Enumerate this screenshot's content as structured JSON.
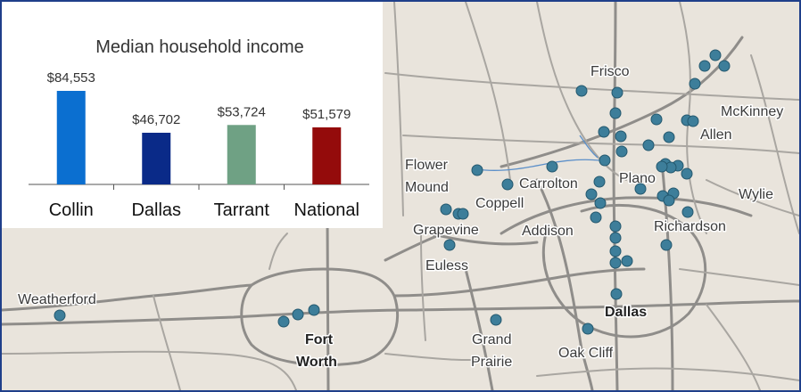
{
  "chart_data": {
    "type": "bar",
    "title": "Median household income",
    "categories": [
      "Collin",
      "Dallas",
      "Tarrant",
      "National"
    ],
    "values": [
      84553,
      46702,
      53724,
      51579
    ],
    "value_labels": [
      "$84,553",
      "$46,702",
      "$53,724",
      "$51,579"
    ],
    "colors": [
      "#0b6fd0",
      "#0a2a88",
      "#6fa184",
      "#940b0b"
    ],
    "ylim": [
      0,
      90000
    ],
    "grid": false
  },
  "map": {
    "cities": [
      "Frisco",
      "McKinney",
      "Allen",
      "Plano",
      "Flower",
      "Mound",
      "Carrolton",
      "Wylie",
      "Coppell",
      "Grapevine",
      "Addison",
      "Richardson",
      "Euless",
      "Weatherford",
      "Dallas",
      "Fort",
      "Worth",
      "Grand",
      "Prairie",
      "Oak Cliff"
    ],
    "pin_count": 46,
    "colors": {
      "pin": "#3d7e9a",
      "road": "#8f8d8a",
      "water": "#5b8fc9",
      "border": "#1f3f8a"
    }
  }
}
